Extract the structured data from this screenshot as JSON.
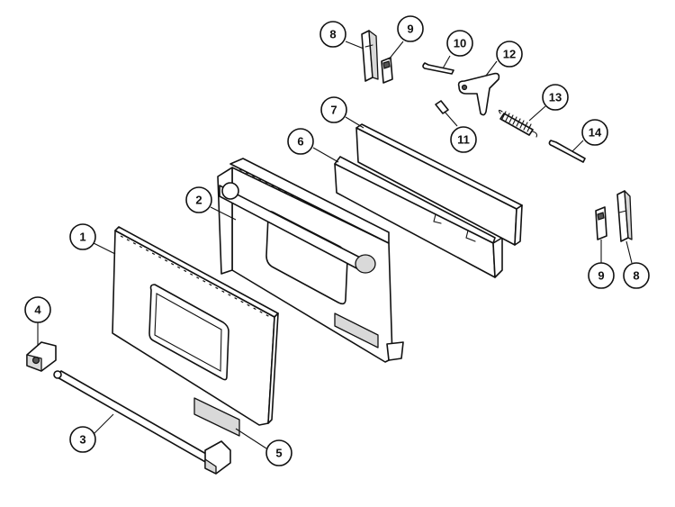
{
  "callouts": [
    {
      "id": "1",
      "label": "1"
    },
    {
      "id": "2",
      "label": "2"
    },
    {
      "id": "3",
      "label": "3"
    },
    {
      "id": "4",
      "label": "4"
    },
    {
      "id": "5",
      "label": "5"
    },
    {
      "id": "6",
      "label": "6"
    },
    {
      "id": "7",
      "label": "7"
    },
    {
      "id": "8a",
      "label": "8"
    },
    {
      "id": "9a",
      "label": "9"
    },
    {
      "id": "10",
      "label": "10"
    },
    {
      "id": "11",
      "label": "11"
    },
    {
      "id": "12",
      "label": "12"
    },
    {
      "id": "13",
      "label": "13"
    },
    {
      "id": "14",
      "label": "14"
    },
    {
      "id": "9b",
      "label": "9"
    },
    {
      "id": "8b",
      "label": "8"
    }
  ]
}
